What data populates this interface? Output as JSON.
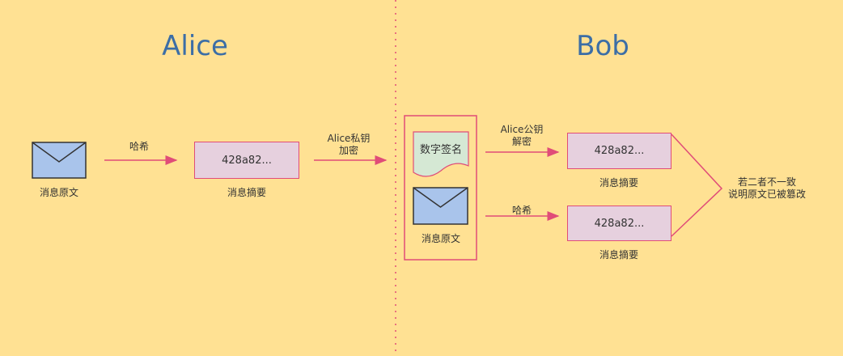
{
  "left": {
    "title": "Alice",
    "message_label": "消息原文",
    "hash_label": "哈希",
    "digest_value": "428a82...",
    "digest_label": "消息摘要",
    "encrypt_label_line1": "Alice私钥",
    "encrypt_label_line2": "加密"
  },
  "right": {
    "title": "Bob",
    "signature_label": "数字签名",
    "message_label": "消息原文",
    "decrypt_label_line1": "Alice公钥",
    "decrypt_label_line2": "解密",
    "hash_label": "哈希",
    "digest_top_value": "428a82...",
    "digest_top_label": "消息摘要",
    "digest_bottom_value": "428a82...",
    "digest_bottom_label": "消息摘要",
    "conclusion_line1": "若二者不一致",
    "conclusion_line2": "说明原文已被篡改"
  },
  "colors": {
    "background": "#FFE193",
    "title": "#3C6EA6",
    "arrow": "#E04C78",
    "digest_fill": "#E6D0DE",
    "envelope_fill": "#A9C4EB",
    "signature_fill": "#D5E8D4",
    "divider": "#E04C78"
  }
}
